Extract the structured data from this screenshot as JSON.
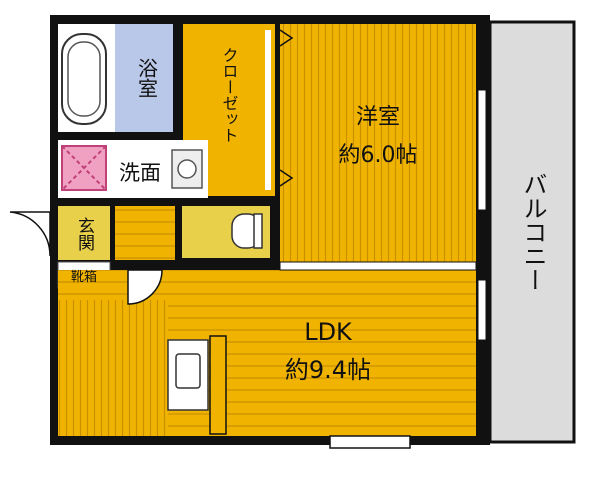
{
  "rooms": {
    "bath": "浴室",
    "closet": "クローゼット",
    "western": {
      "name": "洋室",
      "size": "約6.0帖"
    },
    "washroom": "洗面",
    "entrance": "玄関",
    "shoe_box": "靴箱",
    "ldk": {
      "name": "LDK",
      "size": "約9.4帖"
    },
    "balcony": "バルコニー"
  },
  "colors": {
    "floor_wood": "#f0b400",
    "floor_lines": "#c88f00",
    "tile": "#e8d04a",
    "bath_blue": "#b9c8e8",
    "wash_pink": "#f0a0c0",
    "balcony_gray": "#dcdcdc",
    "wall": "#111111"
  }
}
